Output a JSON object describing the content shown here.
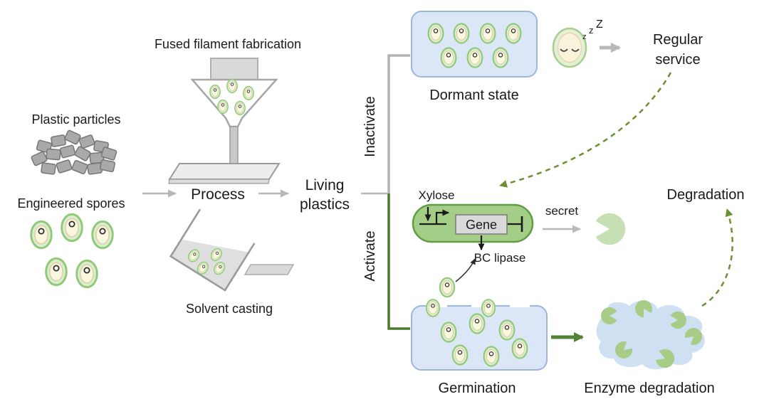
{
  "labels": {
    "fff": "Fused filament fabrication",
    "plastic_particles": "Plastic particles",
    "engineered_spores": "Engineered spores",
    "solvent_casting": "Solvent casting"
  },
  "flow": {
    "process": "Process",
    "living_plastics": [
      "Living",
      "plastics"
    ]
  },
  "branch": {
    "inactivate": "Inactivate",
    "activate": "Activate"
  },
  "dormant": {
    "label": "Dormant state",
    "sleep": [
      "z",
      "z",
      "Z"
    ],
    "regular_service": [
      "Regular",
      "service"
    ]
  },
  "circuit": {
    "xylose": "Xylose",
    "gene": "Gene",
    "bc_lipase": "BC lipase",
    "secret": "secret"
  },
  "right": {
    "degradation": "Degradation",
    "germination": "Germination",
    "enzyme_degradation": "Enzyme degradation"
  },
  "colors": {
    "spore_outer": "#d9ecd2",
    "spore_ring": "#8fc973",
    "spore_core": "#fbf6de",
    "box_blue_fill": "#dbe7f7",
    "box_blue_stroke": "#9db6dc",
    "capsule_fill": "#a4ce87",
    "capsule_stroke": "#5f9e45",
    "enzyme_green": "#c6e0b4",
    "enzyme_green_dark": "#a6cc86",
    "plastic_gray": "#a9a9a9",
    "arrow_gray": "#b8b8b8",
    "activate_green": "#538135",
    "dashed_olive": "#6d8f2f",
    "blob_blue": "#cfe0f2"
  }
}
